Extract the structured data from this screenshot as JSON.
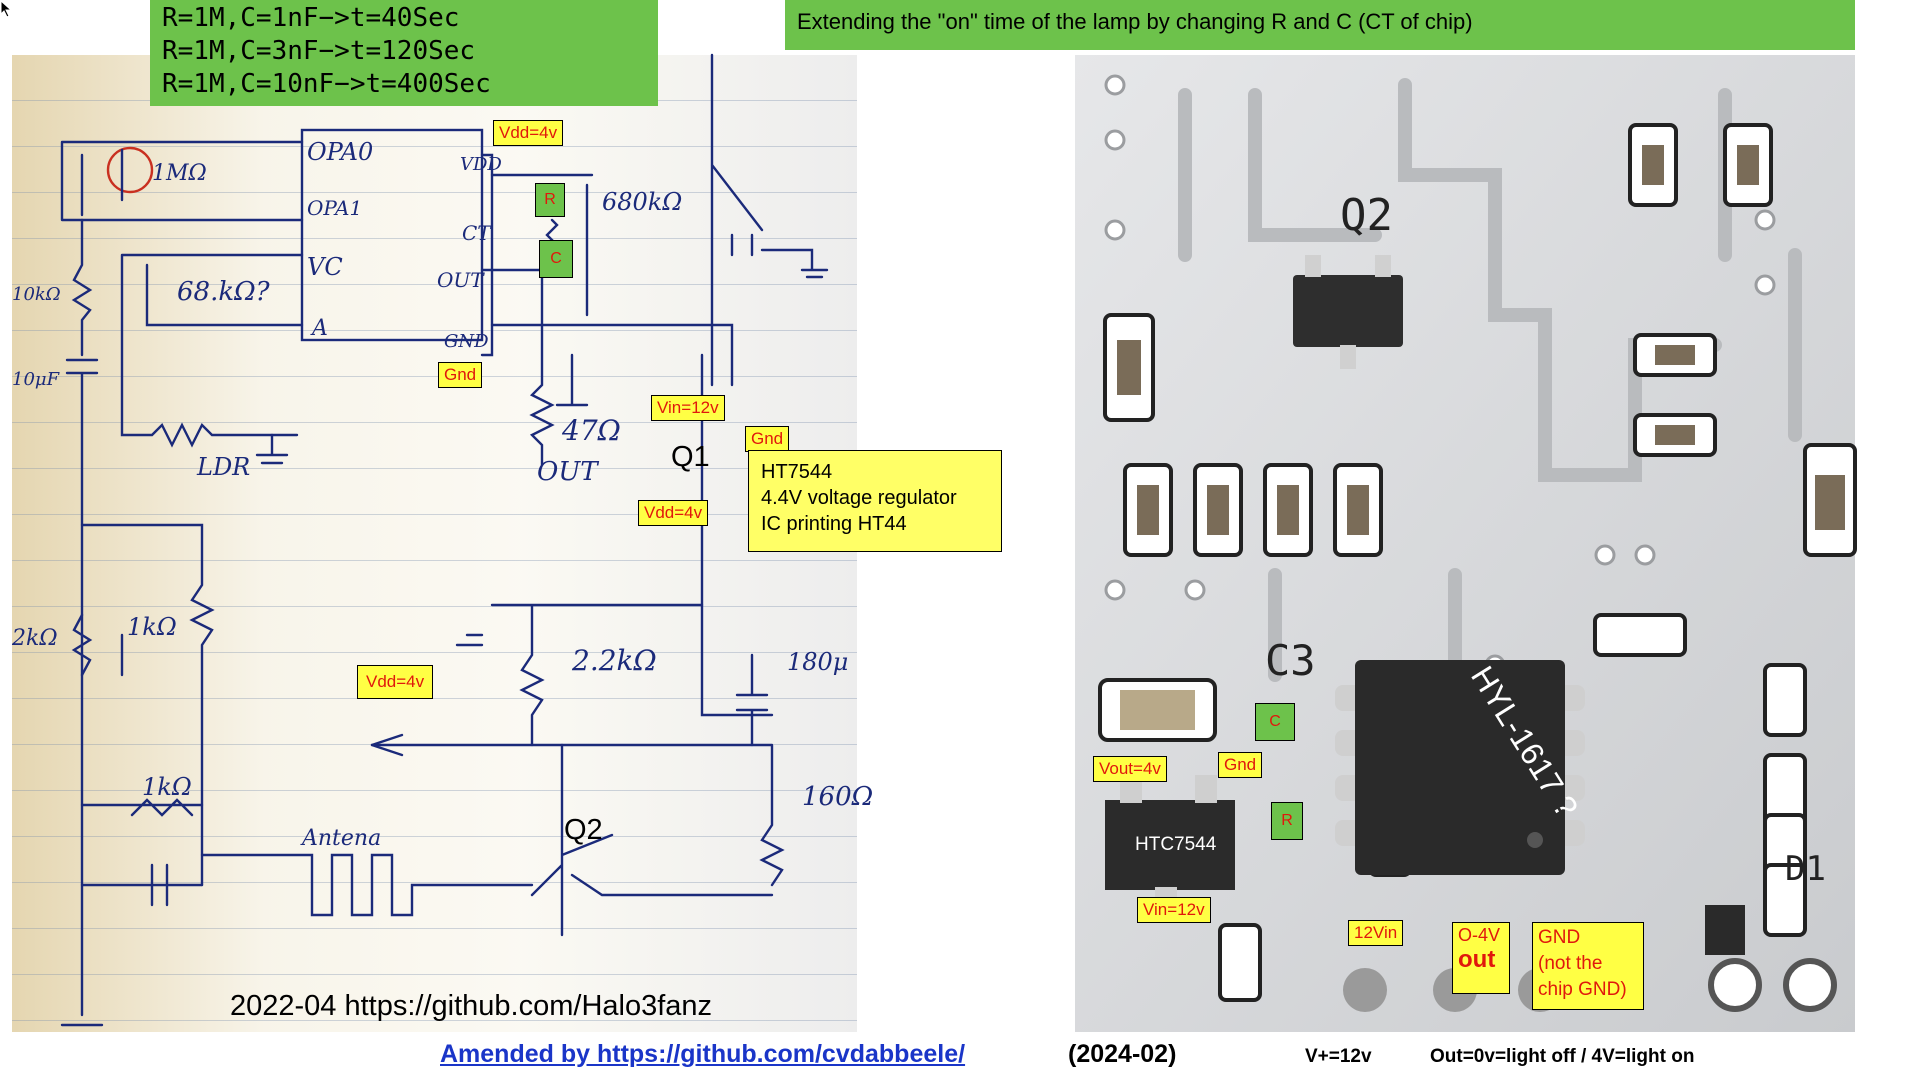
{
  "rc_table": {
    "line1": "R=1M,C=1nF−>t=40Sec",
    "line2": "R=1M,C=3nF−>t=120Sec",
    "line3": "R=1M,C=10nF−>t=400Sec"
  },
  "header": "Extending the \"on\" time of the lamp by changing R and C (CT of chip)",
  "schematic": {
    "handwritten": {
      "opa0": "OPA0",
      "opa1": "OPA1",
      "vc": "VC",
      "a": "A",
      "vdd": "VDD",
      "ct": "CT",
      "out": "OUT",
      "gnd": "GND",
      "r_1m": "1MΩ",
      "r_680k": "680kΩ",
      "r_10k": "10kΩ",
      "c_10u": "10μF",
      "r_68k": "68.kΩ?",
      "ldr": "LDR",
      "r_47": "47Ω",
      "out_label": "OUT",
      "r_2k": "2kΩ",
      "r_1k_a": "1kΩ",
      "r_1k_b": "1kΩ",
      "r_2_2k": "2.2kΩ",
      "c_180u": "180μ",
      "r_160": "160Ω",
      "antenna": "Antena"
    },
    "q1": "Q1",
    "q2": "Q2",
    "labels": {
      "vdd_top": "Vdd=4v",
      "r": "R",
      "c": "C",
      "gnd": "Gnd",
      "vin": "Vin=12v",
      "gnd_q1": "Gnd",
      "vdd_q1": "Vdd=4v",
      "vdd_left": "Vdd=4v"
    },
    "ht_box": {
      "line1": "HT7544",
      "line2": "4.4V voltage regulator",
      "line3": "IC printing HT44"
    },
    "credit": "2022-04 https://github.com/Halo3fanz"
  },
  "pcb": {
    "q2": "Q2",
    "c3": "C3",
    "chip": "HYL-1617 ?",
    "regulator": "HTC7544",
    "d1": "D1",
    "labels": {
      "c": "C",
      "gnd": "Gnd",
      "vout": "Vout=4v",
      "r": "R",
      "vin": "Vin=12v",
      "v12in": "12Vin",
      "out_range": "O-4V",
      "out": "out",
      "gnd_line1": "GND",
      "gnd_line2": "(not the",
      "gnd_line3": "chip GND)"
    }
  },
  "footer": {
    "amended_prefix": "Amended by https://github.com/cvdabbeele/",
    "amended_date": "(2024-02)",
    "vplus": "V+=12v",
    "out_note": "Out=0v=light off / 4V=light on"
  },
  "colors": {
    "banner_green": "#6dc24b",
    "label_yellow": "#ffff44",
    "label_red": "#e0180c",
    "ink_blue": "#1b2a7a",
    "link_blue": "#1a35c8"
  }
}
